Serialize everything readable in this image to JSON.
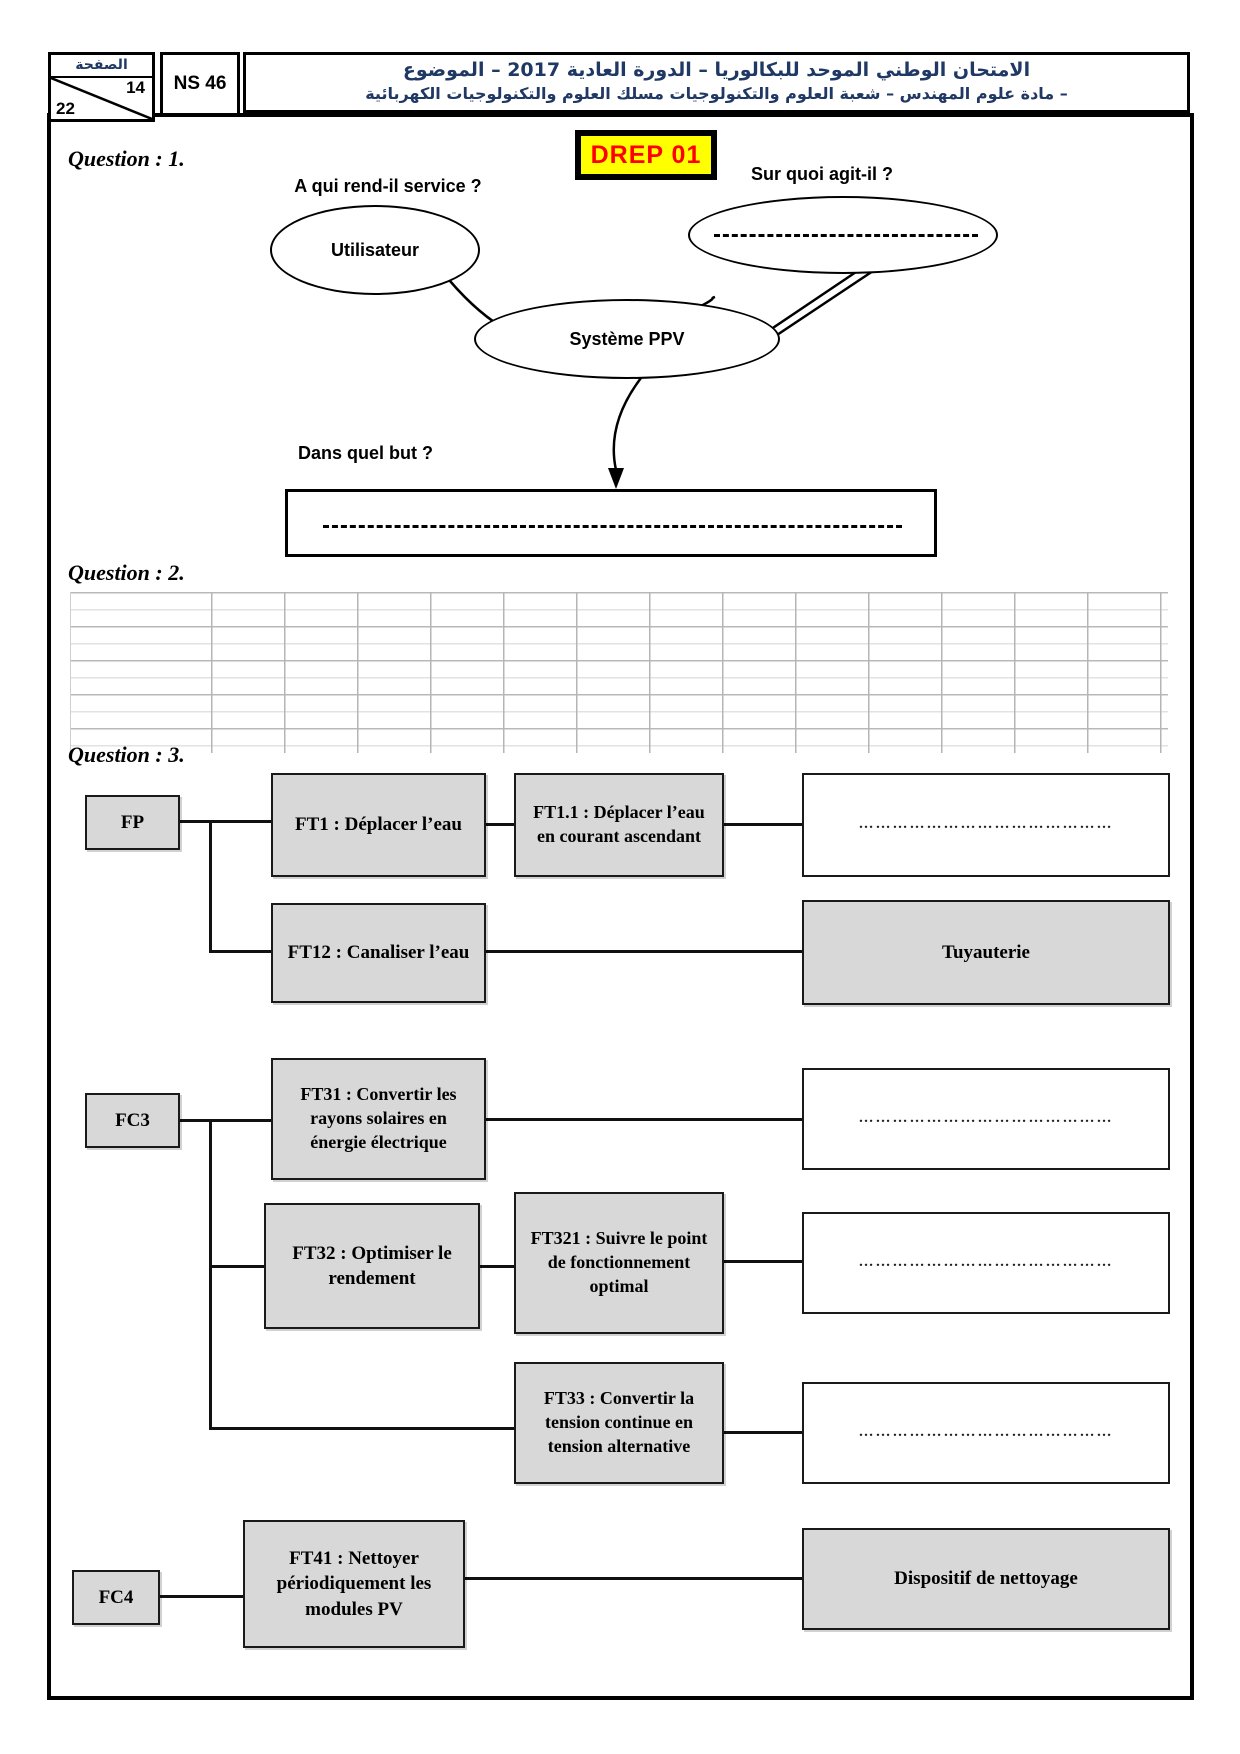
{
  "colors": {
    "accent_navy": "#1f3864",
    "badge_bg": "#ffff00",
    "badge_fg": "#ff0000",
    "function_box_gray": "#d8d8d8"
  },
  "header": {
    "page_label": "الصفحة",
    "page_num": "14",
    "page_total": "22",
    "ns": "NS 46",
    "line1": "الامتحان الوطني الموحد للبكالوريا – الدورة العادية 2017 – الموضوع",
    "line2": "– مادة علوم المهندس  –  شعبة العلوم والتكنولوجيات مسلك العلوم والتكنولوجيات الكهربائية"
  },
  "badge": {
    "text": "DREP 01"
  },
  "q1": {
    "label": "Question : 1.",
    "who_q": "A qui rend-il service ?",
    "who": "Utilisateur",
    "what_q": "Sur quoi agit-il ?",
    "system": "Système PPV",
    "purpose_q": "Dans quel but ?"
  },
  "q2": {
    "label": "Question : 2."
  },
  "q3": {
    "label": "Question : 3.",
    "fp": "FP",
    "ft1": "FT1 : Déplacer l’eau",
    "ft11": "FT1.1 : Déplacer l’eau en courant ascendant",
    "ft12": "FT12 : Canaliser l’eau",
    "tuyauterie": "Tuyauterie",
    "fc3": "FC3",
    "ft31": "FT31 : Convertir les rayons solaires en énergie électrique",
    "ft32": "FT32 : Optimiser le rendement",
    "ft321": "FT321 : Suivre le point de fonctionnement optimal",
    "ft33": "FT33 : Convertir la tension continue en tension alternative",
    "fc4": "FC4",
    "ft41": "FT41 : Nettoyer périodiquement les modules PV",
    "dispositif": "Dispositif de nettoyage",
    "dots": "………………………………………"
  }
}
